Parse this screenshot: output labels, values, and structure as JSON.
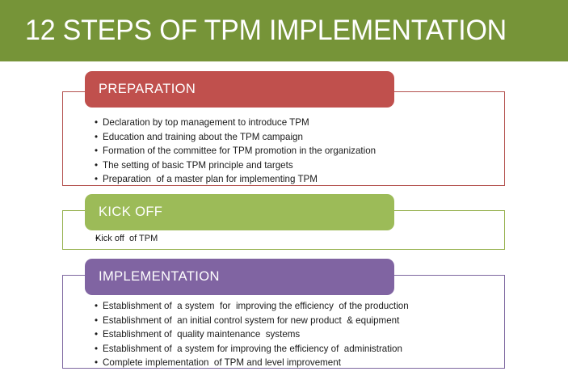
{
  "slide": {
    "title": "12 STEPS OF TPM IMPLEMENTATION",
    "banner_color": "#769438",
    "background": "#ffffff"
  },
  "sections": [
    {
      "id": "preparation",
      "label": "PREPARATION",
      "accent_color": "#c0504d",
      "border_color": "#b4524f",
      "bullets": [
        "Declaration by top management to introduce TPM",
        "Education and training about the TPM campaign",
        "Formation of the committee for TPM promotion in the organization",
        "The setting of basic TPM principle and targets",
        "Preparation  of a master plan for implementing TPM"
      ]
    },
    {
      "id": "kick-off",
      "label": "KICK OFF",
      "accent_color": "#9cbb58",
      "border_color": "#96b14e",
      "bullets": [
        "Kick off  of TPM"
      ]
    },
    {
      "id": "implementation",
      "label": "IMPLEMENTATION",
      "accent_color": "#8064a2",
      "border_color": "#7e68a0",
      "bullets": [
        "Establishment of  a system  for  improving the efficiency  of the production",
        "Establishment of  an initial control system for new product  & equipment",
        "Establishment of  quality maintenance  systems",
        "Establishment of  a system for improving the efficiency of  administration",
        "Complete implementation  of TPM and level improvement"
      ]
    }
  ],
  "bullet_glyph": "•"
}
